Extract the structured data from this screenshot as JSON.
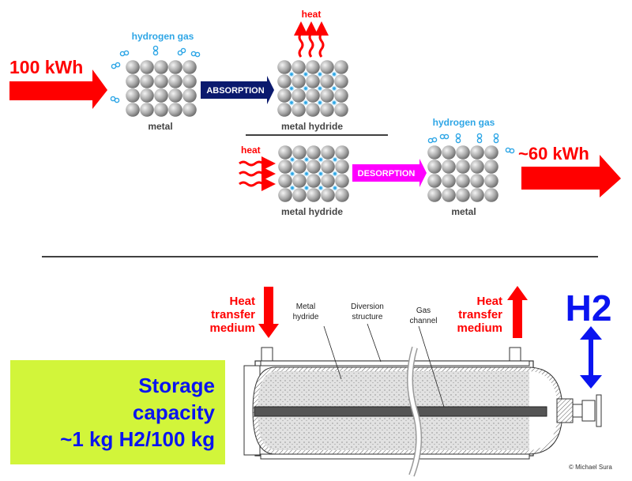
{
  "top": {
    "input_energy": "100 kWh",
    "output_energy": "~60 kWh",
    "absorption": {
      "gas_label": "hydrogen gas",
      "metal_label": "metal",
      "process_label": "ABSORPTION",
      "heat_label": "heat",
      "hydride_label": "metal hydride"
    },
    "desorption": {
      "heat_label": "heat",
      "hydride_label": "metal hydride",
      "process_label": "DESORPTION",
      "gas_label": "hydrogen gas",
      "metal_label": "metal"
    }
  },
  "bottom": {
    "heat_in": [
      "Heat",
      "transfer",
      "medium"
    ],
    "heat_out": [
      "Heat",
      "transfer",
      "medium"
    ],
    "h2_label": "H2",
    "callouts": {
      "metal_hydride": [
        "Metal",
        "hydride"
      ],
      "diversion": [
        "Diversion",
        "structure"
      ],
      "gas_channel": [
        "Gas",
        "channel"
      ]
    },
    "capacity": [
      "Storage",
      "capacity",
      "~1 kg H2/100 kg"
    ],
    "credit": "© Michael Sura"
  },
  "colors": {
    "red": "#ff0000",
    "navy": "#0b1a6e",
    "magenta": "#ff00ff",
    "blue": "#0a14f0",
    "gas": "#2ea6e6",
    "box": "#d2f53a"
  }
}
